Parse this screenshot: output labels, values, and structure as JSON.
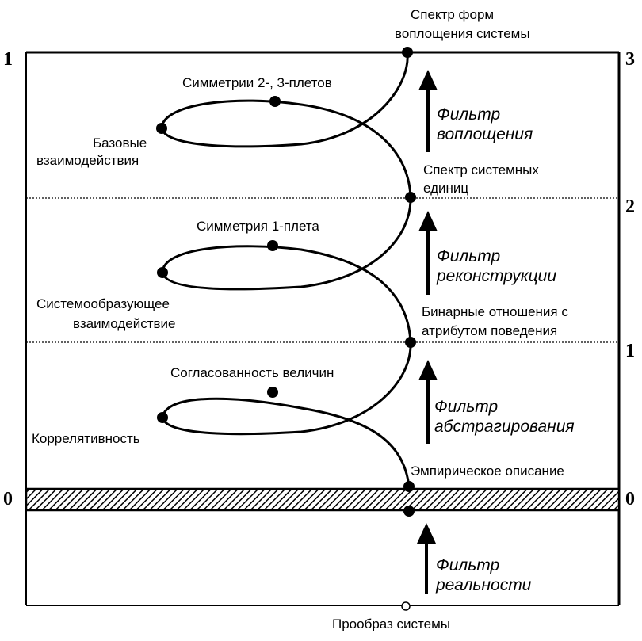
{
  "scale_left": {
    "top": "1",
    "bottom": "0"
  },
  "scale_right": {
    "l3": "3",
    "l2": "2",
    "l1": "1",
    "l0": "0"
  },
  "labels": {
    "spectrum_forms_1": "Спектр форм",
    "spectrum_forms_2": "воплощения системы",
    "symmetry_23": "Симметрии 2-, 3-плетов",
    "base_interactions_1": "Базовые",
    "base_interactions_2": "взаимодействия",
    "spectrum_units_1": "Спектр системных",
    "spectrum_units_2": "единиц",
    "symmetry_1": "Симметрия 1-плета",
    "system_forming_1": "Системообразующее",
    "system_forming_2": "взаимодействие",
    "binary_1": "Бинарные отношения с",
    "binary_2": "атрибутом поведения",
    "consistency": "Согласованность величин",
    "correlativity": "Коррелятивность",
    "empirical": "Эмпирическое описание",
    "prototype": "Прообраз системы"
  },
  "filters": {
    "embodiment_1": "Фильтр",
    "embodiment_2": "воплощения",
    "reconstruction_1": "Фильтр",
    "reconstruction_2": "реконструкции",
    "abstraction_1": "Фильтр",
    "abstraction_2": "абстрагирования",
    "reality_1": "Фильтр",
    "reality_2": "реальности"
  }
}
